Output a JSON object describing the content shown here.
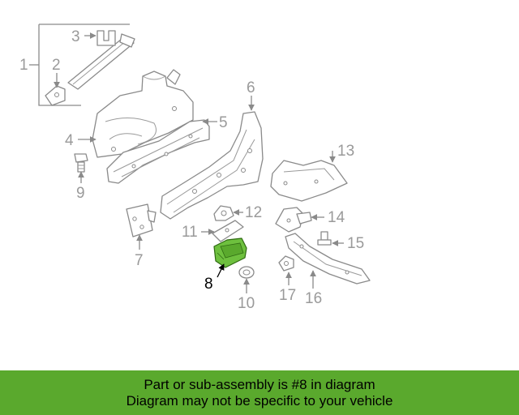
{
  "diagram": {
    "callouts": [
      "1",
      "2",
      "3",
      "4",
      "5",
      "6",
      "7",
      "8",
      "9",
      "10",
      "11",
      "12",
      "13",
      "14",
      "15",
      "16",
      "17"
    ],
    "highlighted_part": "8",
    "highlight_color": "#6ec03e",
    "line_color": "#8a8a8a"
  },
  "banner": {
    "line1": "Part or sub-assembly is #8 in diagram",
    "line2": "Diagram may not be specific to your vehicle",
    "background_color": "#5aa92d"
  }
}
